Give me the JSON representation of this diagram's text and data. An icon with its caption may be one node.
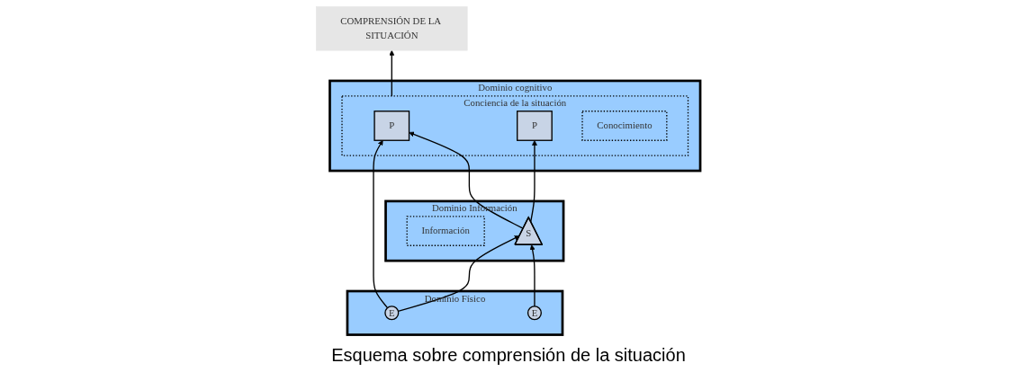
{
  "diagram": {
    "caption": "Esquema sobre comprensión de la situación",
    "nodes": [
      {
        "text": [
          "Dominio cognitivo"
        ]
      },
      {
        "text": [
          "Conciencia de la situación"
        ],
        "in": 0
      },
      {
        "text": [
          "P"
        ],
        "in": 1
      },
      {
        "text": [
          "P"
        ],
        "in": 1
      },
      {
        "text": [
          "Conocimiento"
        ],
        "in": 1
      },
      {
        "text": [
          "Dominio Información"
        ]
      },
      {
        "text": [
          "Información"
        ],
        "in": 5
      },
      {
        "text": [
          "S"
        ],
        "in": 5
      },
      {
        "text": [
          "Dominio Físico"
        ]
      },
      {
        "text": [
          "E"
        ],
        "in": 8
      },
      {
        "text": [
          "E"
        ],
        "in": 8
      },
      {
        "text": [
          "COMPRENSIÓN DE LA SITUACIÓN"
        ]
      }
    ],
    "edges": [
      {
        "from": 9,
        "to": 2,
        "arrow": "to"
      },
      {
        "from": 7,
        "to": 2,
        "arrow": "to"
      },
      {
        "from": 7,
        "to": 3,
        "arrow": "to"
      },
      {
        "from": 9,
        "to": 7,
        "arrow": "to"
      },
      {
        "from": 10,
        "to": 7,
        "arrow": "to"
      },
      {
        "from": 1,
        "to": 11,
        "arrow": "to"
      }
    ]
  }
}
